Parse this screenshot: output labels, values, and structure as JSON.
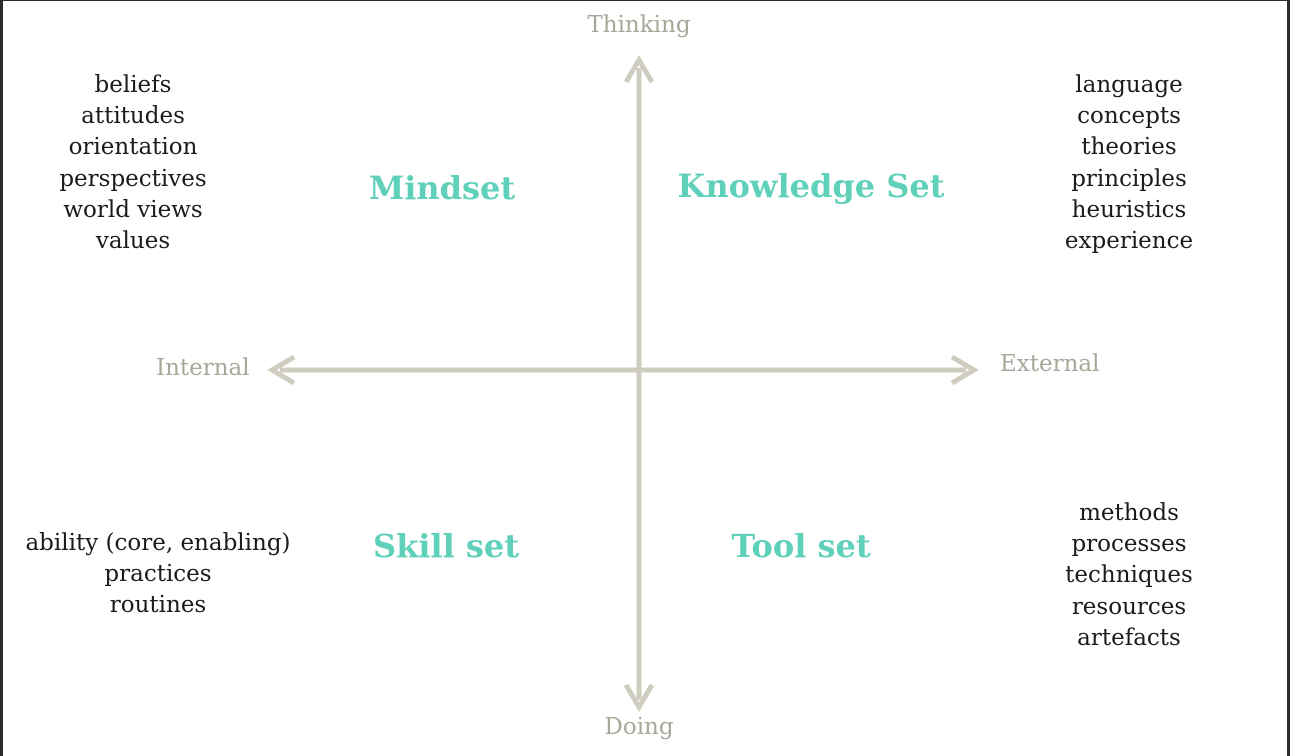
{
  "axes": {
    "top": "Thinking",
    "bottom": "Doing",
    "left": "Internal",
    "right": "External"
  },
  "quadrants": {
    "top_left": {
      "title": "Mindset",
      "items": [
        "beliefs",
        "attitudes",
        "orientation",
        "perspectives",
        "world views",
        "values"
      ]
    },
    "top_right": {
      "title": "Knowledge Set",
      "items": [
        "language",
        "concepts",
        "theories",
        "principles",
        "heuristics",
        "experience"
      ]
    },
    "bottom_left": {
      "title": "Skill set",
      "items": [
        "ability (core, enabling)",
        "practices",
        "routines"
      ]
    },
    "bottom_right": {
      "title": "Tool set",
      "items": [
        "methods",
        "processes",
        "techniques",
        "resources",
        "artefacts"
      ]
    }
  },
  "colors": {
    "axis": "#cfcdbf",
    "axis_label": "#a9a79a",
    "quadrant_title": "#5fd0b9",
    "item_text": "#1b1b1b"
  }
}
